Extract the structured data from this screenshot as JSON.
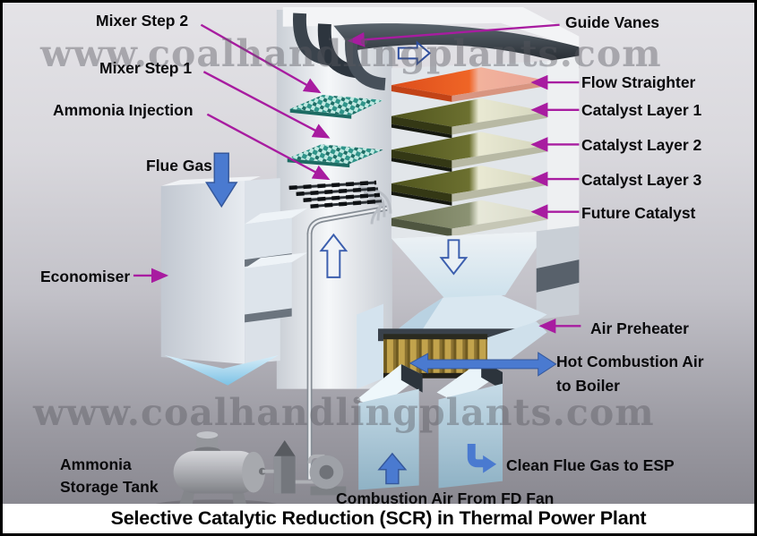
{
  "title": "Selective Catalytic Reduction (SCR) in Thermal Power Plant",
  "watermark": "www.coalhandlingplants.com",
  "colors": {
    "pointer_magenta": "#a81ca0",
    "flow_arrow_blue": "#4a7ad0",
    "flow_arrow_outline_blue": "#3c5fae",
    "catalyst_olive": "#6c7030",
    "flow_straightener_orange": "#ef6526",
    "mixer_teal": "#2f9489",
    "rotor_gold": "#c2a34c",
    "watermark_gray": "#5a5a61",
    "label_black": "#0a0a0c"
  },
  "labels": {
    "mixer_step_2": "Mixer Step 2",
    "mixer_step_1": "Mixer Step 1",
    "ammonia_injection": "Ammonia Injection",
    "flue_gas": "Flue Gas",
    "economiser": "Economiser",
    "guide_vanes": "Guide Vanes",
    "flow_straighter": "Flow Straighter",
    "catalyst_layer_1": "Catalyst Layer 1",
    "catalyst_layer_2": "Catalyst Layer 2",
    "catalyst_layer_3": "Catalyst Layer 3",
    "future_catalyst": "Future Catalyst",
    "air_preheater": "Air Preheater",
    "hot_combustion_air_line1": "Hot Combustion Air",
    "hot_combustion_air_line2": "to Boiler",
    "clean_flue_gas": "Clean Flue Gas to ESP",
    "combustion_air": "Combustion Air From FD Fan",
    "ammonia_tank_line1": "Ammonia",
    "ammonia_tank_line2": "Storage Tank"
  }
}
